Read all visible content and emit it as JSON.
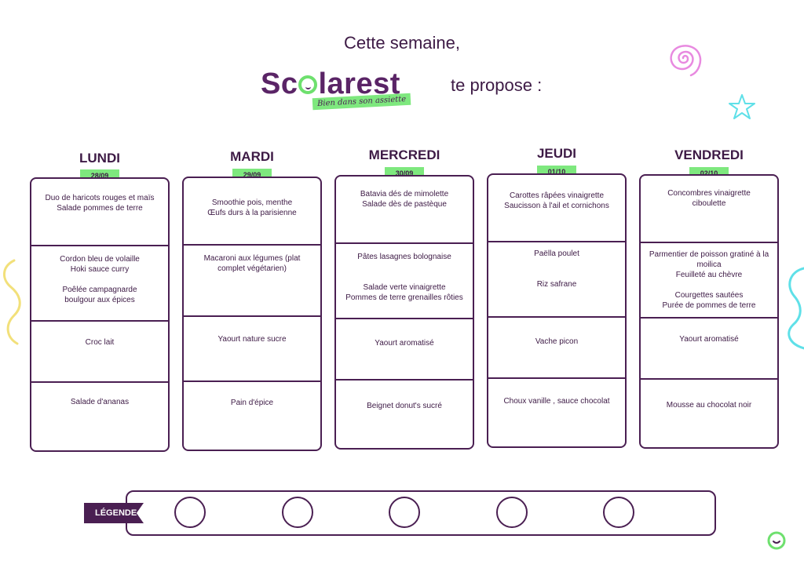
{
  "header": {
    "line1": "Cette semaine,",
    "logo_word_start": "Sc",
    "logo_word_end": "larest",
    "logo_tagline": "Bien dans son assiette",
    "line2": "te propose :"
  },
  "colors": {
    "purple": "#4a1f52",
    "green": "#7ee87e",
    "pink": "#e88ae0",
    "cyan": "#5fe0e8",
    "yellow": "#f2e07a"
  },
  "days": [
    {
      "name": "LUNDI",
      "date": "28/09",
      "entree": "Duo de haricots rouges et maïs\nSalade pommes de terre",
      "plat": "Cordon bleu de volaille\nHoki sauce curry\n\nPoêlée  campagnarde\nboulgour aux épices",
      "laitage": "Croc lait",
      "dessert": "Salade d'ananas"
    },
    {
      "name": "MARDI",
      "date": "29/09",
      "entree": "Smoothie pois, menthe\nŒufs durs à la parisienne",
      "plat": "Macaroni aux légumes (plat\ncomplet végétarien)",
      "laitage": "Yaourt nature sucre",
      "dessert": "Pain d'épice"
    },
    {
      "name": "MERCREDI",
      "date": "30/09",
      "entree": "Batavia dés de mimolette\nSalade dès de pastèque",
      "plat": "Pâtes lasagnes bolognaise\n\n\nSalade verte vinaigrette\nPommes de terre grenailles rôties",
      "laitage": "Yaourt aromatisé",
      "dessert": "Beignet donut's sucré"
    },
    {
      "name": "JEUDI",
      "date": "01/10",
      "entree": "Carottes râpées vinaigrette\nSaucisson à l'ail et cornichons",
      "plat": "Paëlla poulet\n\n\nRiz safrane",
      "laitage": "Vache picon",
      "dessert": "Choux vanille , sauce chocolat"
    },
    {
      "name": "VENDREDI",
      "date": "02/10",
      "entree": "Concombres vinaigrette\nciboulette",
      "plat": "Parmentier de poisson gratiné à la\nmoilica\nFeuilleté au chèvre\n\nCourgettes sautées\nPurée de pommes de terre",
      "laitage": "Yaourt aromatisé",
      "dessert": "Mousse au chocolat noir"
    }
  ],
  "legend": {
    "label": "LÉGENDE"
  }
}
